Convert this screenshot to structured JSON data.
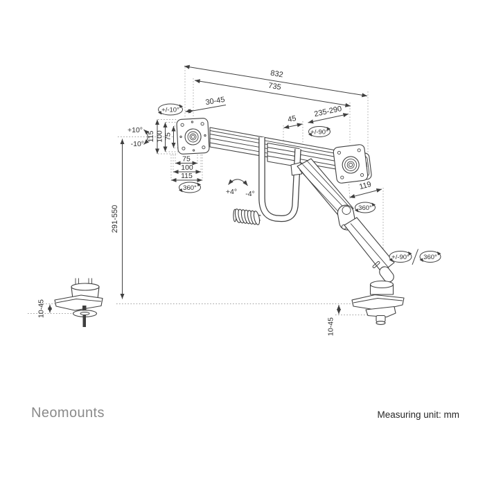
{
  "brand": "Neomounts",
  "footer": {
    "measuring_unit": "Measuring unit: mm"
  },
  "diagram": {
    "dims": {
      "span_outer": "832",
      "span_inner": "735",
      "plate_depth": "30-45",
      "tilt_range": "+/-10°",
      "tilt_up": "+10°",
      "tilt_down": "-10°",
      "vesa_v_115": "115",
      "vesa_v_100": "100",
      "vesa_v_75": "75",
      "vesa_h_75": "75",
      "vesa_h_100": "100",
      "vesa_h_115": "115",
      "rotate_left_plate": "360°",
      "slide_offset": "45",
      "slide_range": "235-290",
      "pivot_head": "+/-90°",
      "head_depth": "119",
      "rotate_right_plate": "360°",
      "level_plus": "+4°",
      "level_minus": "-4°",
      "height_range": "291-550",
      "grommet_range": "10-45",
      "clamp_range": "10-45",
      "arm_swivel": "+/-90°",
      "base_rotation": "360°"
    }
  }
}
